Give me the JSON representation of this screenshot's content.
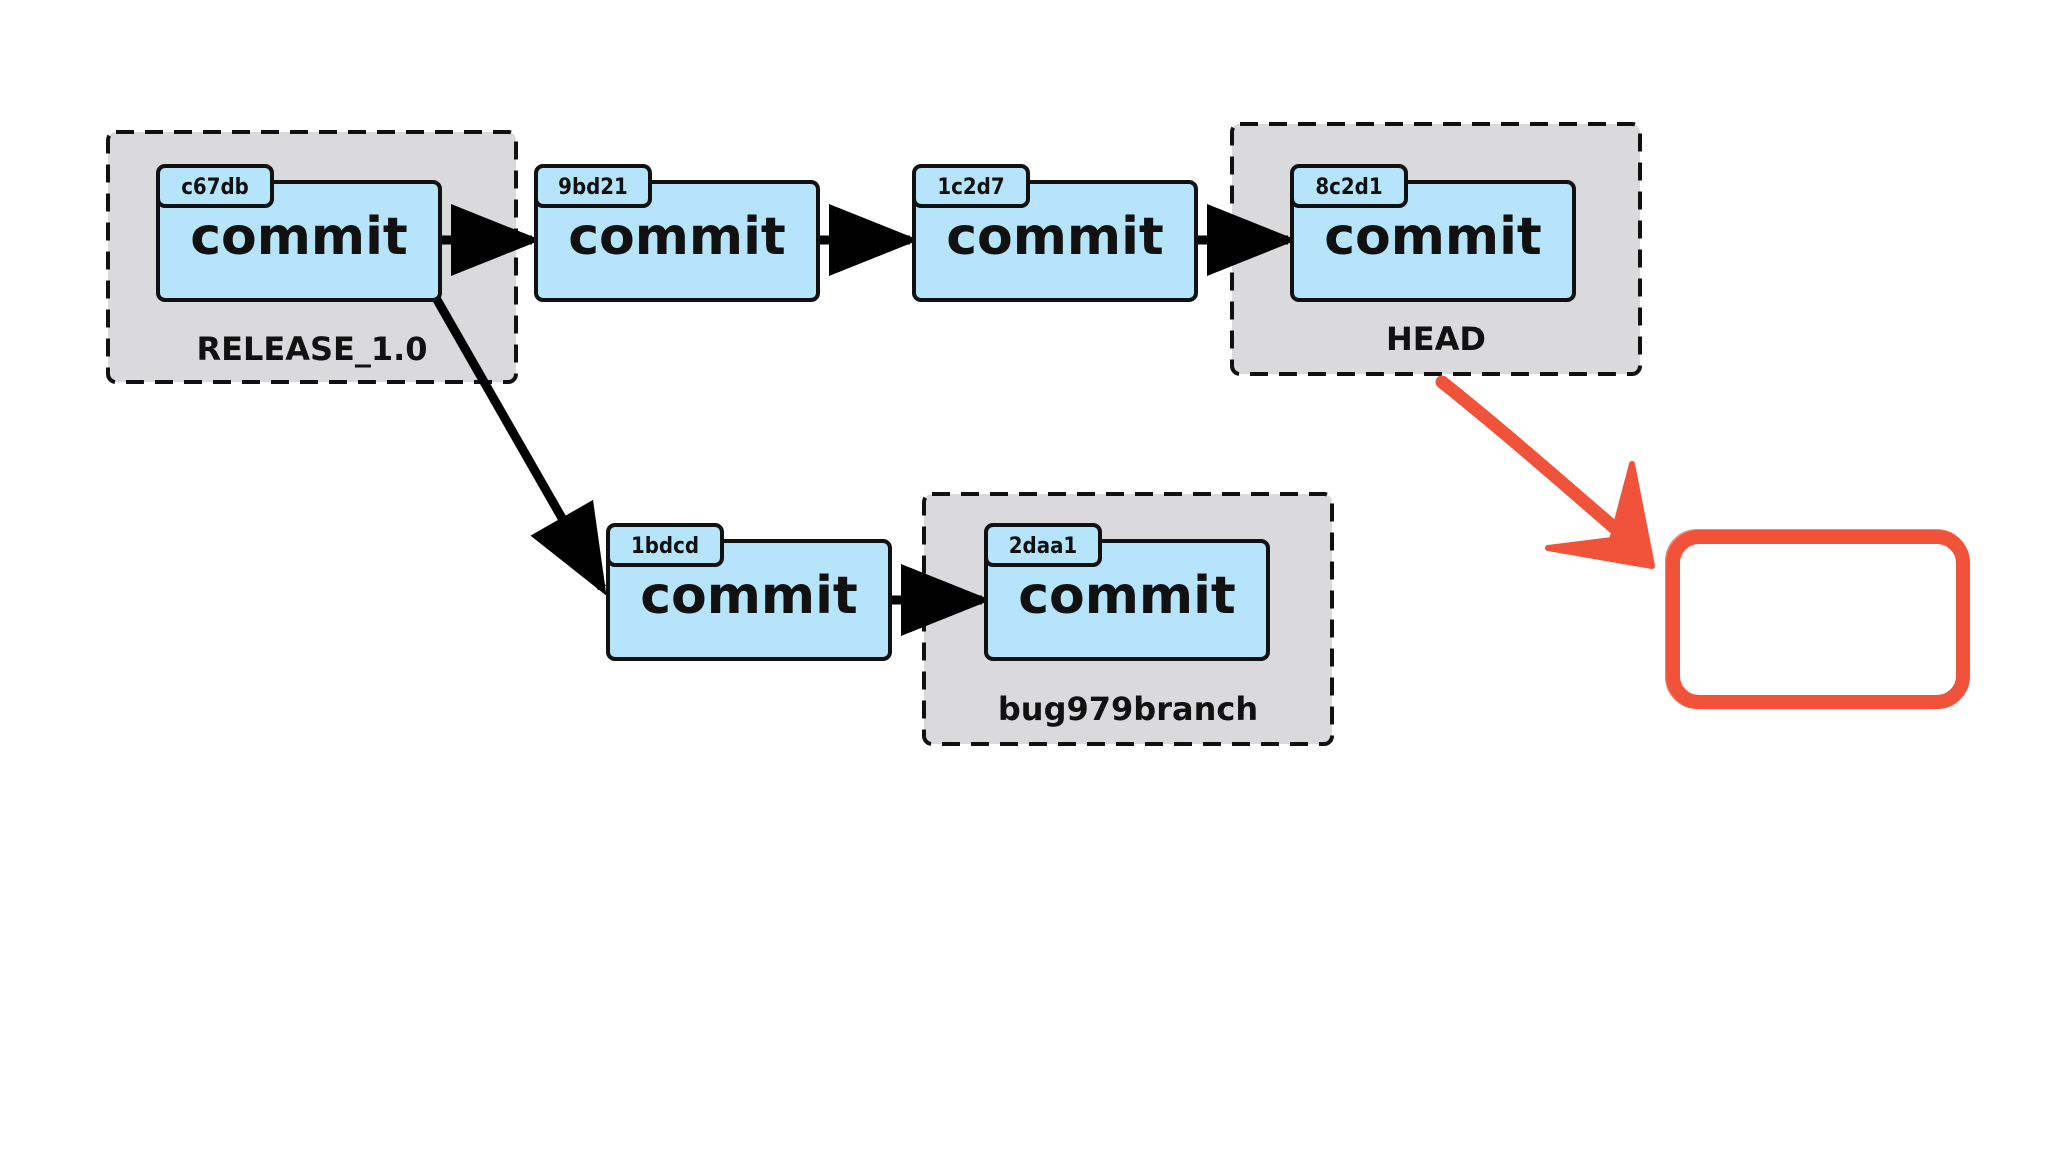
{
  "colors": {
    "commit_fill": "#b5e4fb",
    "commit_stroke": "#111111",
    "group_fill": "#dad9db",
    "arrow": "#000000",
    "annotation": "#f0533a"
  },
  "commits": [
    {
      "id": "c67db",
      "hash": "c67db",
      "label": "commit"
    },
    {
      "id": "9bd21",
      "hash": "9bd21",
      "label": "commit"
    },
    {
      "id": "1c2d7",
      "hash": "1c2d7",
      "label": "commit"
    },
    {
      "id": "8c2d1",
      "hash": "8c2d1",
      "label": "commit"
    },
    {
      "id": "1bdcd",
      "hash": "1bdcd",
      "label": "commit"
    },
    {
      "id": "2daa1",
      "hash": "2daa1",
      "label": "commit"
    }
  ],
  "groups": [
    {
      "id": "release",
      "label": "RELEASE_1.0"
    },
    {
      "id": "head",
      "label": "HEAD"
    },
    {
      "id": "bug",
      "label": "bug979branch"
    }
  ],
  "edges": [
    {
      "from": "c67db",
      "to": "9bd21"
    },
    {
      "from": "9bd21",
      "to": "1c2d7"
    },
    {
      "from": "1c2d7",
      "to": "8c2d1"
    },
    {
      "from": "c67db",
      "to": "1bdcd"
    },
    {
      "from": "1bdcd",
      "to": "2daa1"
    }
  ]
}
